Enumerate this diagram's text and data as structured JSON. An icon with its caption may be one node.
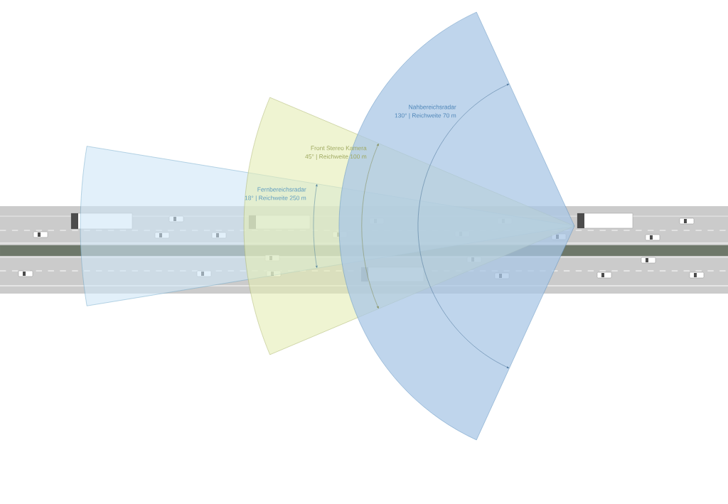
{
  "diagram": {
    "nodes": [
      {
        "text": [
          "Nahbereichsradar",
          "130° | Reichweite 70 m"
        ]
      },
      {
        "text": [
          "Front Stereo Kamera",
          "45° | Reichweite 100 m"
        ]
      },
      {
        "text": [
          "Fernbereichsradar",
          "18° | Reichweite 250 m"
        ]
      }
    ]
  }
}
